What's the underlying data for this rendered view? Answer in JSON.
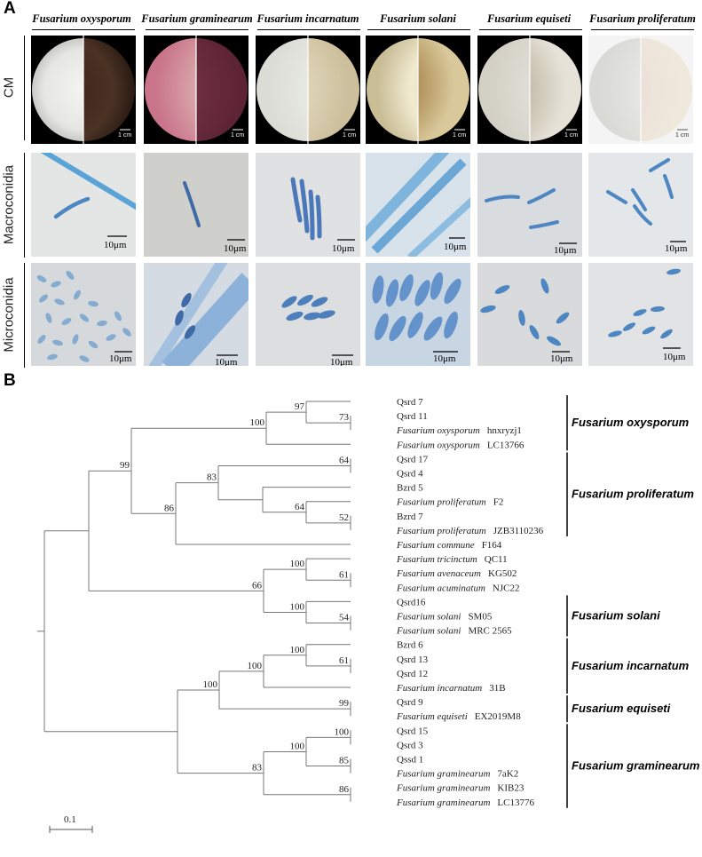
{
  "panelA": {
    "label": "A",
    "species": [
      "Fusarium oxysporum",
      "Fusarium graminearum",
      "Fusarium incarnatum",
      "Fusarium solani",
      "Fusarium equiseti",
      "Fusarium proliferatum"
    ],
    "rows": [
      "CM",
      "Macroconidia",
      "Microconidia"
    ],
    "cm_scale": "1 cm",
    "micro_scale": "10μm"
  },
  "panelB": {
    "label": "B",
    "scale_bar": "0.1",
    "leaves": [
      {
        "id": "l1",
        "name": "Qsrd 7",
        "italic": ""
      },
      {
        "id": "l2",
        "name": "Qsrd 11",
        "italic": ""
      },
      {
        "id": "l3",
        "italic": "Fusarium oxysporum",
        "name": "hnxryzj1"
      },
      {
        "id": "l4",
        "italic": "Fusarium oxysporum",
        "name": "LC13766"
      },
      {
        "id": "l5",
        "name": "Qsrd 17",
        "italic": ""
      },
      {
        "id": "l6",
        "name": "Qsrd 4",
        "italic": ""
      },
      {
        "id": "l7",
        "name": "Bzrd 5",
        "italic": ""
      },
      {
        "id": "l8",
        "italic": "Fusarium proliferatum",
        "name": "F2"
      },
      {
        "id": "l9",
        "name": "Bzrd 7",
        "italic": ""
      },
      {
        "id": "l10",
        "italic": "Fusarium proliferatum",
        "name": "JZB3110236"
      },
      {
        "id": "l11",
        "italic": "Fusarium commune",
        "name": "F164"
      },
      {
        "id": "l12",
        "italic": "Fusarium tricinctum",
        "name": "QC11"
      },
      {
        "id": "l13",
        "italic": "Fusarium avenaceum",
        "name": "KG502"
      },
      {
        "id": "l14",
        "italic": "Fusarium acuminatum",
        "name": "NJC22"
      },
      {
        "id": "l15",
        "name": "Qsrd16",
        "italic": ""
      },
      {
        "id": "l16",
        "italic": "Fusarium solani",
        "name": "SM05"
      },
      {
        "id": "l17",
        "italic": "Fusarium solani",
        "name": "MRC 2565"
      },
      {
        "id": "l18",
        "name": "Bzrd 6",
        "italic": ""
      },
      {
        "id": "l19",
        "name": "Qsrd 13",
        "italic": ""
      },
      {
        "id": "l20",
        "name": "Qsrd 12",
        "italic": ""
      },
      {
        "id": "l21",
        "italic": "Fusarium incarnatum",
        "name": "31B"
      },
      {
        "id": "l22",
        "name": "Qsrd 9",
        "italic": ""
      },
      {
        "id": "l23",
        "italic": "Fusarium equiseti",
        "name": "EX2019M8"
      },
      {
        "id": "l24",
        "name": "Qsrd 15",
        "italic": ""
      },
      {
        "id": "l25",
        "name": "Qsrd 3",
        "italic": ""
      },
      {
        "id": "l26",
        "name": "Qssd 1",
        "italic": ""
      },
      {
        "id": "l27",
        "italic": "Fusarium graminearum",
        "name": "7aK2"
      },
      {
        "id": "l28",
        "italic": "Fusarium graminearum",
        "name": "KIB23"
      },
      {
        "id": "l29",
        "italic": "Fusarium graminearum",
        "name": "LC13776"
      }
    ],
    "internal": [
      {
        "id": "n97",
        "children": [
          "l1",
          "n73"
        ],
        "support": "97"
      },
      {
        "id": "n73",
        "children": [
          "l2",
          "l3"
        ],
        "support": "73"
      },
      {
        "id": "n100a",
        "children": [
          "n97",
          "l4"
        ],
        "support": "100"
      },
      {
        "id": "n64a",
        "children": [
          "l5",
          "l6"
        ],
        "support": "64"
      },
      {
        "id": "n52",
        "children": [
          "l9",
          "l10"
        ],
        "support": "52"
      },
      {
        "id": "n64b",
        "children": [
          "l8",
          "n52"
        ],
        "support": "64"
      },
      {
        "id": "nBz",
        "children": [
          "l7",
          "n64b"
        ],
        "support": ""
      },
      {
        "id": "n83a",
        "children": [
          "n64a",
          "nBz"
        ],
        "support": "83"
      },
      {
        "id": "n86a",
        "children": [
          "n83a",
          "l11"
        ],
        "support": "86"
      },
      {
        "id": "n99a",
        "children": [
          "n100a",
          "n86a"
        ],
        "support": "99"
      },
      {
        "id": "n61a",
        "children": [
          "l13",
          "l14"
        ],
        "support": "61"
      },
      {
        "id": "n100b",
        "children": [
          "l12",
          "n61a"
        ],
        "support": "100"
      },
      {
        "id": "n54",
        "children": [
          "l16",
          "l17"
        ],
        "support": "54"
      },
      {
        "id": "n100c",
        "children": [
          "l15",
          "n54"
        ],
        "support": "100"
      },
      {
        "id": "n66",
        "children": [
          "n100b",
          "n100c"
        ],
        "support": "66"
      },
      {
        "id": "nTop",
        "children": [
          "n99a",
          "n66"
        ],
        "support": ""
      },
      {
        "id": "n61b",
        "children": [
          "l19",
          "l20"
        ],
        "support": "61"
      },
      {
        "id": "n100d",
        "children": [
          "l18",
          "n61b"
        ],
        "support": "100"
      },
      {
        "id": "n100e",
        "children": [
          "n100d",
          "l21"
        ],
        "support": "100"
      },
      {
        "id": "n99b",
        "children": [
          "l22",
          "l23"
        ],
        "support": "99"
      },
      {
        "id": "n100f",
        "children": [
          "n100e",
          "n99b"
        ],
        "support": "100"
      },
      {
        "id": "n100g",
        "children": [
          "l24",
          "l25"
        ],
        "support": "100"
      },
      {
        "id": "n85",
        "children": [
          "l26",
          "l27"
        ],
        "support": "85"
      },
      {
        "id": "n100h",
        "children": [
          "n100g",
          "n85"
        ],
        "support": "100"
      },
      {
        "id": "n86b",
        "children": [
          "l28",
          "l29"
        ],
        "support": "86"
      },
      {
        "id": "n83b",
        "children": [
          "n100h",
          "n86b"
        ],
        "support": "83"
      },
      {
        "id": "nBot",
        "children": [
          "n100f",
          "n83b"
        ],
        "support": ""
      },
      {
        "id": "root",
        "children": [
          "nTop",
          "nBot"
        ],
        "support": ""
      }
    ],
    "clades": [
      {
        "name": "Fusarium oxysporum",
        "from": "l1",
        "to": "l4"
      },
      {
        "name": "Fusarium proliferatum",
        "from": "l5",
        "to": "l10"
      },
      {
        "name": "Fusarium solani",
        "from": "l15",
        "to": "l17"
      },
      {
        "name": "Fusarium incarnatum",
        "from": "l18",
        "to": "l21"
      },
      {
        "name": "Fusarium equiseti",
        "from": "l22",
        "to": "l23"
      },
      {
        "name": "Fusarium graminearum",
        "from": "l24",
        "to": "l29"
      }
    ]
  }
}
